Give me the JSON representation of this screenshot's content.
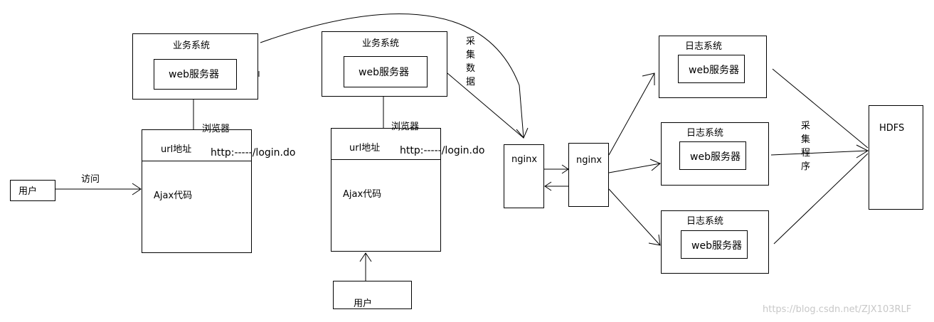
{
  "business_system_left": {
    "title": "业务系统",
    "server": "web服务器"
  },
  "business_system_mid": {
    "title": "业务系统",
    "server": "web服务器"
  },
  "browser_left": {
    "title": "浏览器",
    "url_label": "url地址",
    "url_value": "http:-----/login.do",
    "ajax": "Ajax代码"
  },
  "browser_mid": {
    "title": "浏览器",
    "url_label": "url地址",
    "url_value": "http:-----/login.do",
    "ajax": "Ajax代码"
  },
  "user_left": {
    "label": "用户",
    "access_label": "访问"
  },
  "user_bottom": {
    "label": "用户"
  },
  "collect_data": [
    "采",
    "集",
    "数",
    "据"
  ],
  "nginx_left": "nginx",
  "nginx_right": "nginx",
  "log_systems": [
    {
      "title": "日志系统",
      "server": "web服务器"
    },
    {
      "title": "日志系统",
      "server": "web服务器"
    },
    {
      "title": "日志系统",
      "server": "web服务器"
    }
  ],
  "collect_program": [
    "采",
    "集",
    "程",
    "序"
  ],
  "hdfs": "HDFS",
  "watermark": "https://blog.csdn.net/ZJX103RLF"
}
